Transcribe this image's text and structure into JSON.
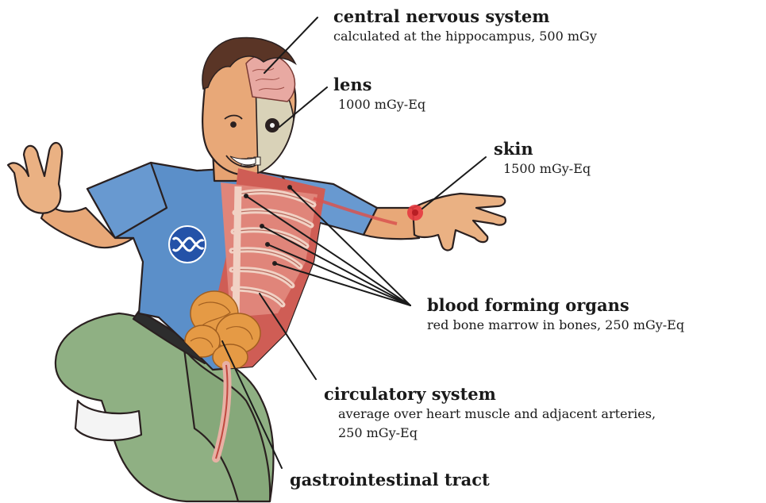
{
  "labels": {
    "cns": {
      "title": "central nervous system",
      "detail": "calculated at the hippocampus, 500 mGy"
    },
    "lens": {
      "title": "lens",
      "detail": "1000 mGy-Eq"
    },
    "skin": {
      "title": "skin",
      "detail": "1500 mGy-Eq"
    },
    "bfo": {
      "title": "blood forming organs",
      "detail": "red bone marrow in bones, 250 mGy-Eq"
    },
    "circ": {
      "title": "circulatory system",
      "detail_line1": "average over heart muscle and adjacent arteries,",
      "detail_line2": "250 mGy-Eq"
    },
    "gi": {
      "title": "gastrointestinal tract"
    }
  },
  "colors": {
    "shirt": "#5b8fc9",
    "skin": "#e8a878",
    "pants": "#8fb083",
    "ribs": "#e8b0a4",
    "muscle": "#cf5d55",
    "intestine": "#e59a45",
    "hair": "#5a3526",
    "logo": "#2452a8"
  }
}
